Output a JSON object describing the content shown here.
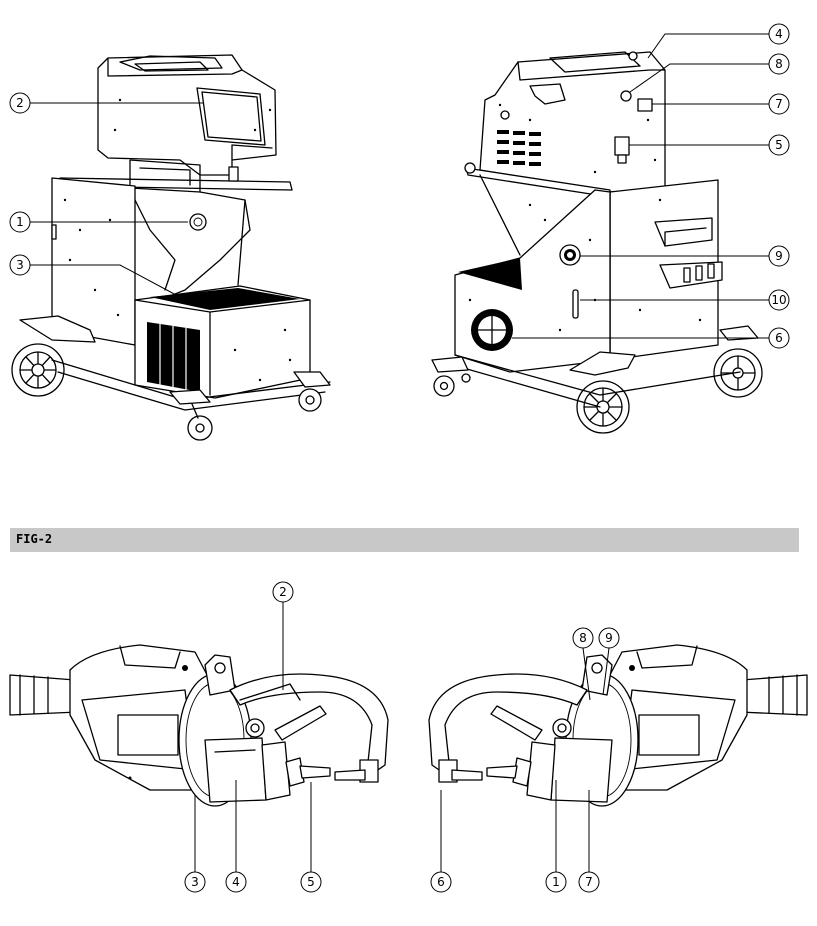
{
  "figure_label": "FIG-2",
  "callouts": {
    "machine_front": [
      "2",
      "1",
      "3"
    ],
    "machine_rear": [
      "4",
      "8",
      "7",
      "5",
      "9",
      "10",
      "6"
    ],
    "gun_left": [
      "2",
      "3",
      "4",
      "5"
    ],
    "gun_right": [
      "8",
      "9",
      "6",
      "1",
      "7"
    ]
  }
}
